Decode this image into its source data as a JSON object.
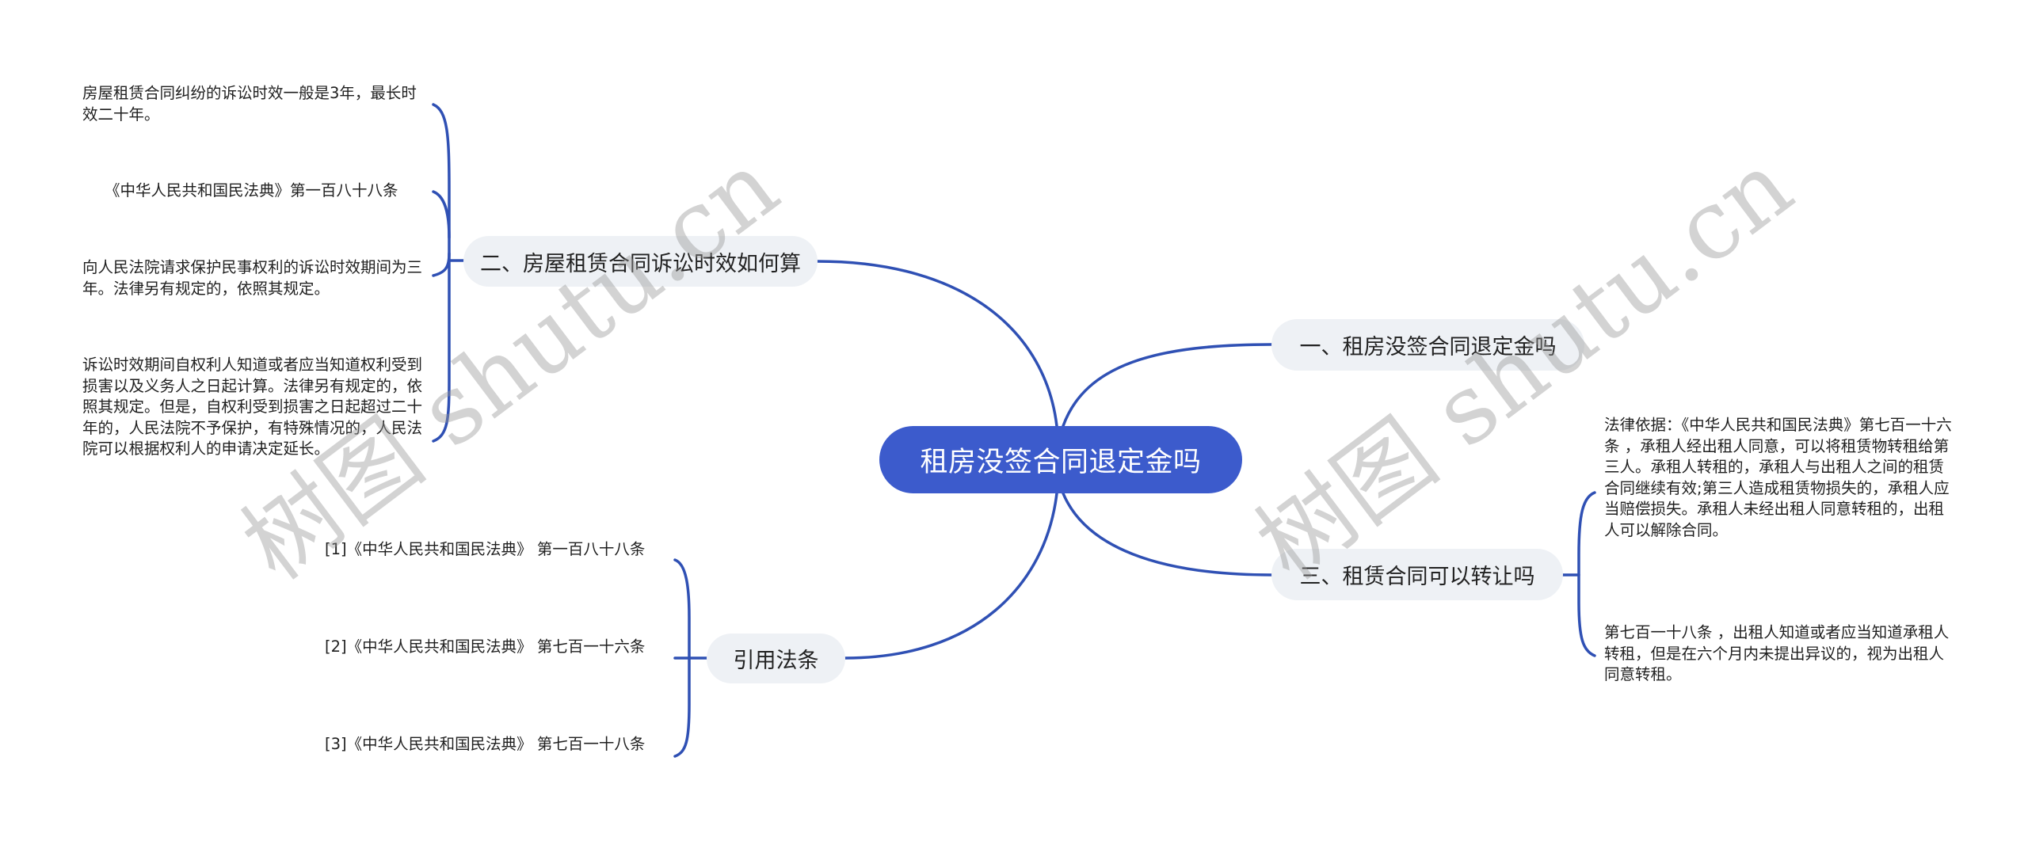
{
  "root": {
    "label": "租房没签合同退定金吗"
  },
  "left_branch": {
    "label": "二、房屋租赁合同诉讼时效如何算",
    "leaves": [
      "房屋租赁合同纠纷的诉讼时效一般是3年，最长时效二十年。",
      "《中华人民共和国民法典》第一百八十八条",
      "向人民法院请求保护民事权利的诉讼时效期间为三年。法律另有规定的，依照其规定。",
      "诉讼时效期间自权利人知道或者应当知道权利受到损害以及义务人之日起计算。法律另有规定的，依照其规定。但是，自权利受到损害之日起超过二十年的，人民法院不予保护，有特殊情况的，人民法院可以根据权利人的申请决定延长。"
    ]
  },
  "ref_branch": {
    "label": "引用法条",
    "leaves": [
      "[1]《中华人民共和国民法典》 第一百八十八条",
      "[2]《中华人民共和国民法典》 第七百一十六条",
      "[3]《中华人民共和国民法典》 第七百一十八条"
    ]
  },
  "right_branch_1": {
    "label": "一、租房没签合同退定金吗"
  },
  "right_branch_3": {
    "label": "三、租赁合同可以转让吗",
    "leaves": [
      "法律依据：《中华人民共和国民法典》第七百一十六条 ，承租人经出租人同意，可以将租赁物转租给第三人。承租人转租的，承租人与出租人之间的租赁合同继续有效;第三人造成租赁物损失的，承租人应当赔偿损失。承租人未经出租人同意转租的，出租人可以解除合同。",
      "第七百一十八条 ，出租人知道或者应当知道承租人转租，但是在六个月内未提出异议的，视为出租人同意转租。"
    ]
  },
  "watermark": {
    "text": "树图 shutu.cn"
  },
  "colors": {
    "root_fill": "#3c5bcc",
    "branch_fill": "#eef1f5",
    "connector": "#2f50b4",
    "text": "#1f1f1f"
  }
}
